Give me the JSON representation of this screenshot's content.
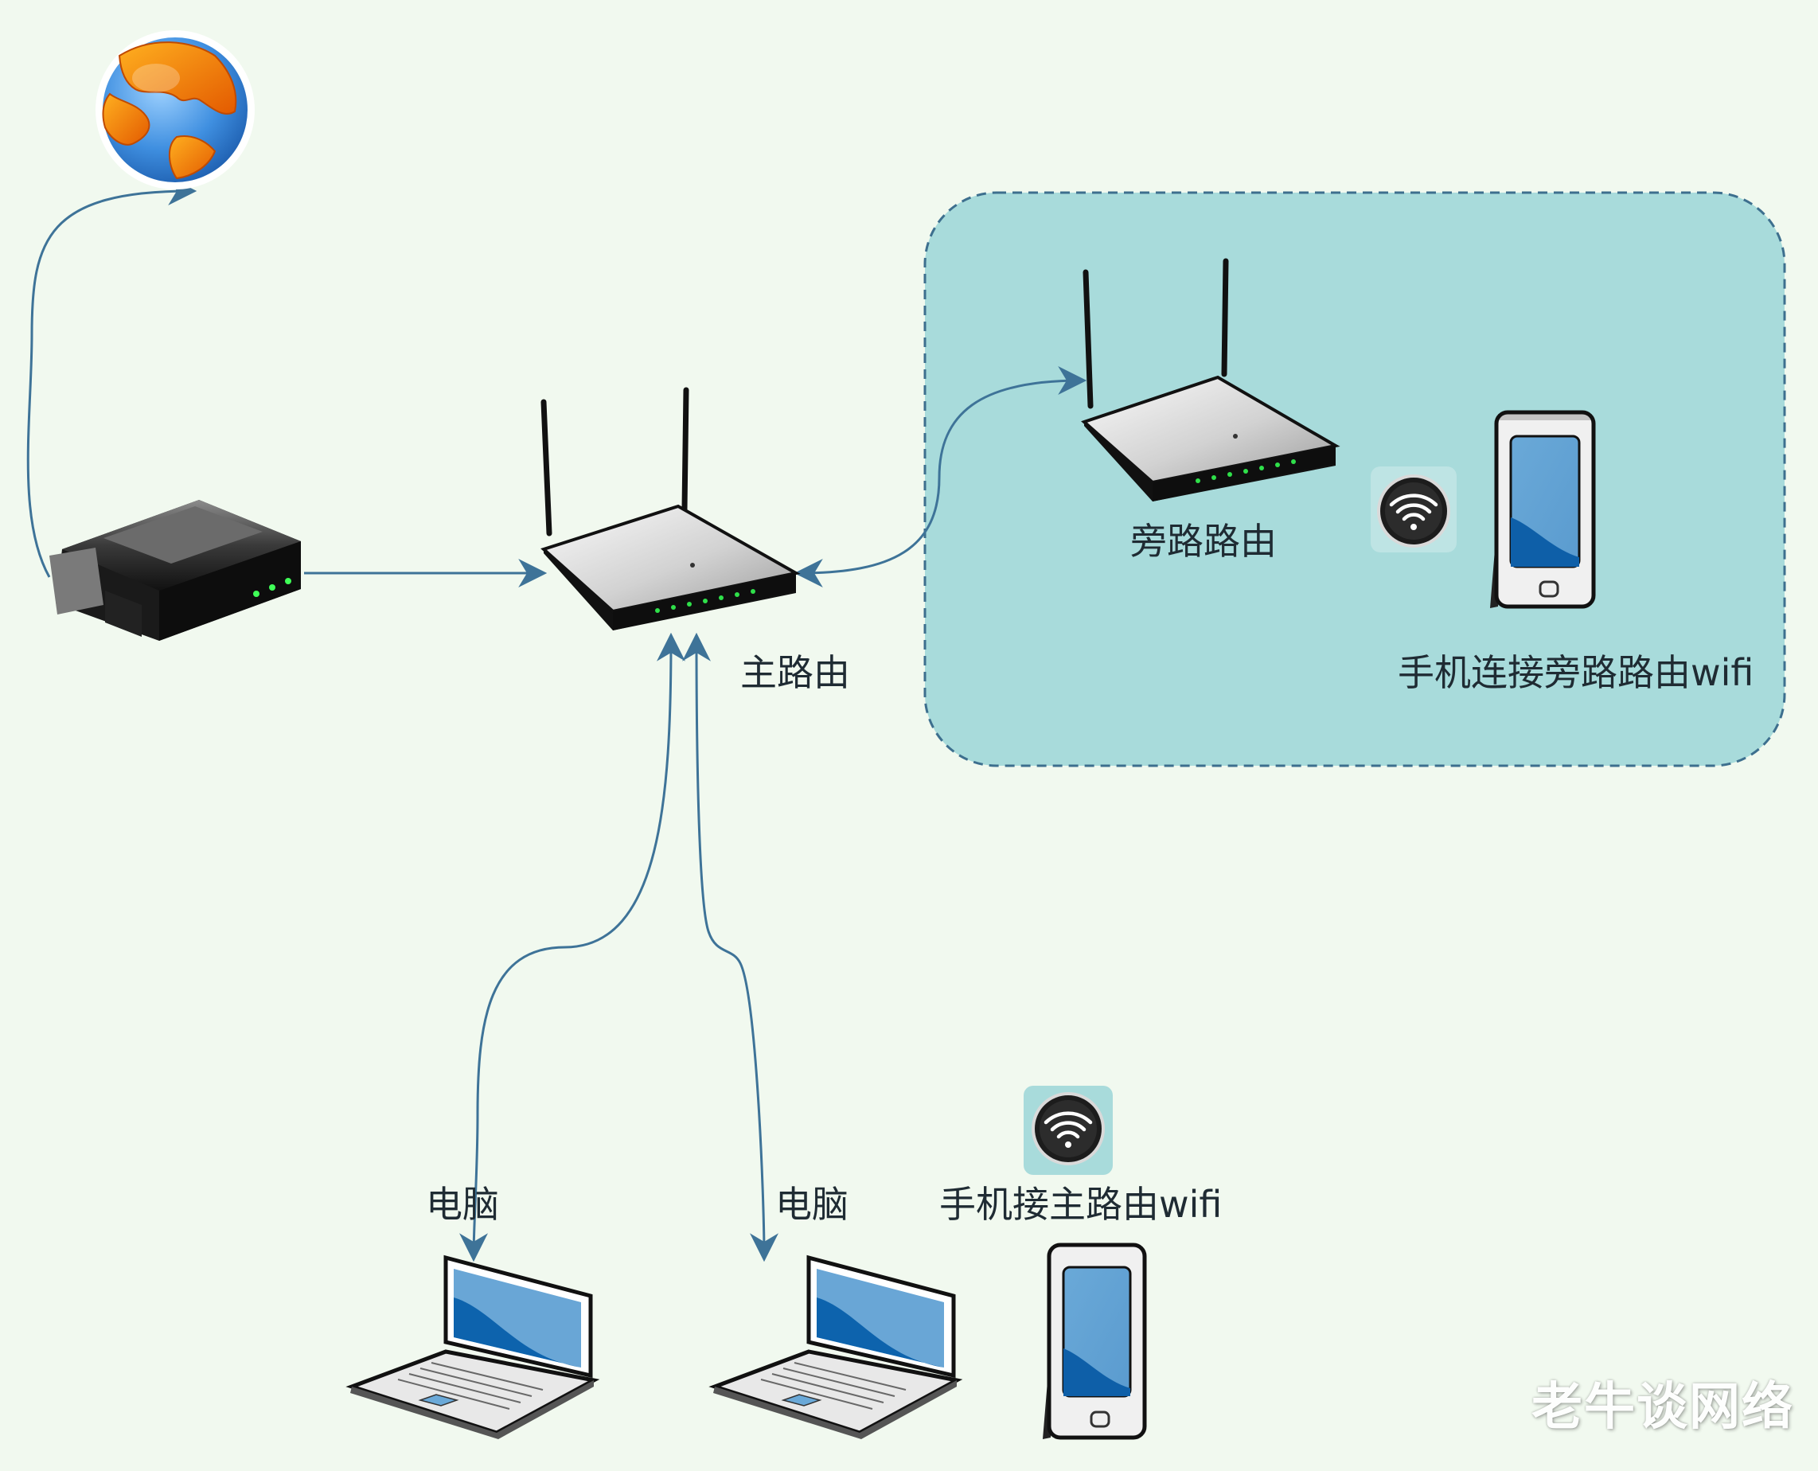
{
  "colors": {
    "background": "#f1f9ef",
    "bypass_zone_fill": "#a8dbdb",
    "bypass_zone_border": "#3d6f8e",
    "connector": "#3e7398"
  },
  "nodes": {
    "internet": {
      "icon": "globe-icon",
      "label": ""
    },
    "modem": {
      "icon": "modem-icon",
      "label": ""
    },
    "main_router": {
      "icon": "wireless-router-icon",
      "label": "主路由"
    },
    "bypass_router": {
      "icon": "wireless-router-icon",
      "label": "旁路路由"
    },
    "bypass_wifi": {
      "icon": "wifi-icon"
    },
    "bypass_phone": {
      "icon": "smartphone-icon",
      "label": "手机连接旁路路由wifi"
    },
    "laptop_1": {
      "icon": "laptop-icon",
      "label": "电脑"
    },
    "laptop_2": {
      "icon": "laptop-icon",
      "label": "电脑"
    },
    "main_wifi": {
      "icon": "wifi-icon"
    },
    "main_phone": {
      "icon": "smartphone-icon",
      "label": "手机接主路由wifi"
    }
  },
  "edges": [
    {
      "from": "modem",
      "to": "internet"
    },
    {
      "from": "modem",
      "to": "main_router"
    },
    {
      "from": "main_router",
      "to": "bypass_router",
      "bidirectional": true
    },
    {
      "from": "main_router",
      "to": "laptop_1",
      "bidirectional": true
    },
    {
      "from": "main_router",
      "to": "laptop_2",
      "bidirectional": true
    }
  ],
  "watermark": "老牛谈网络"
}
